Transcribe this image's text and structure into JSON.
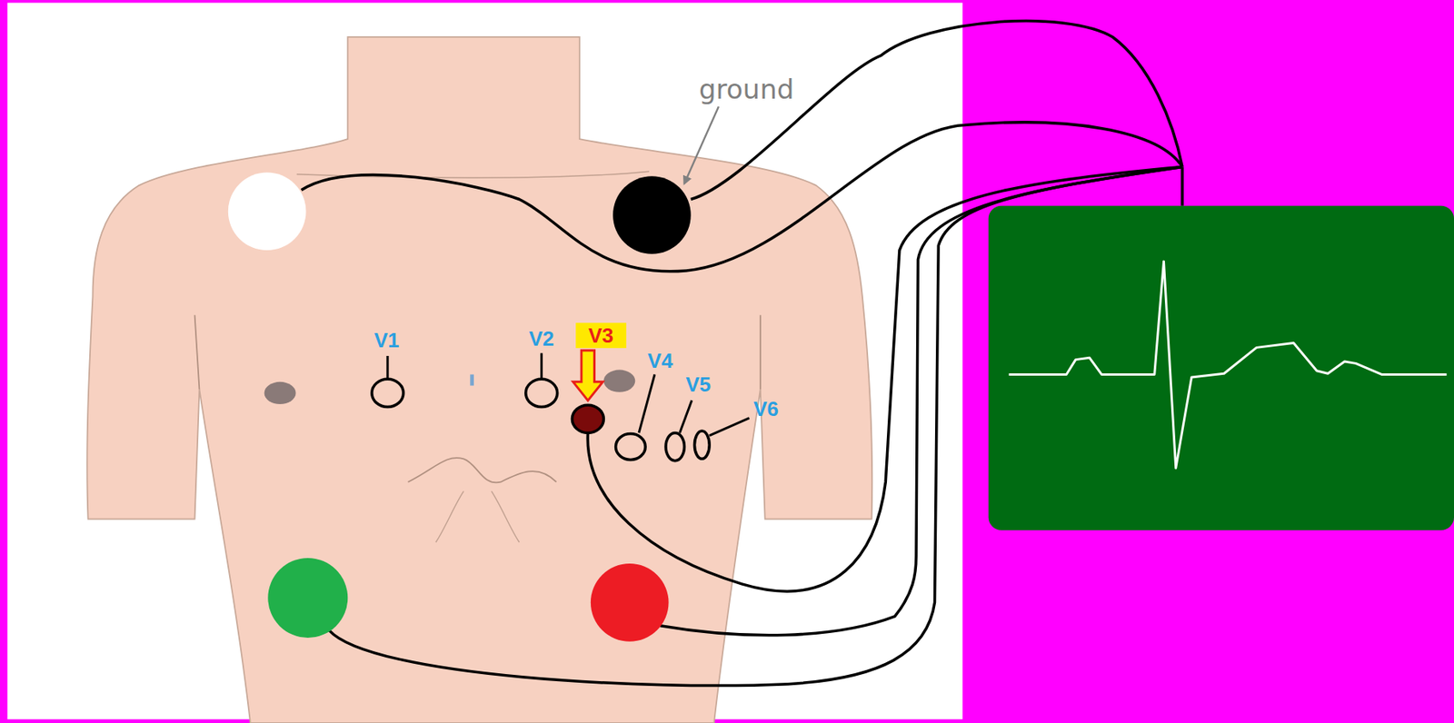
{
  "diagram": {
    "nodes": [
      {
        "text": [
          "V3"
        ]
      }
    ],
    "labels": [
      "ground",
      "V1",
      "V2",
      "V4",
      "V5",
      "V6"
    ]
  }
}
